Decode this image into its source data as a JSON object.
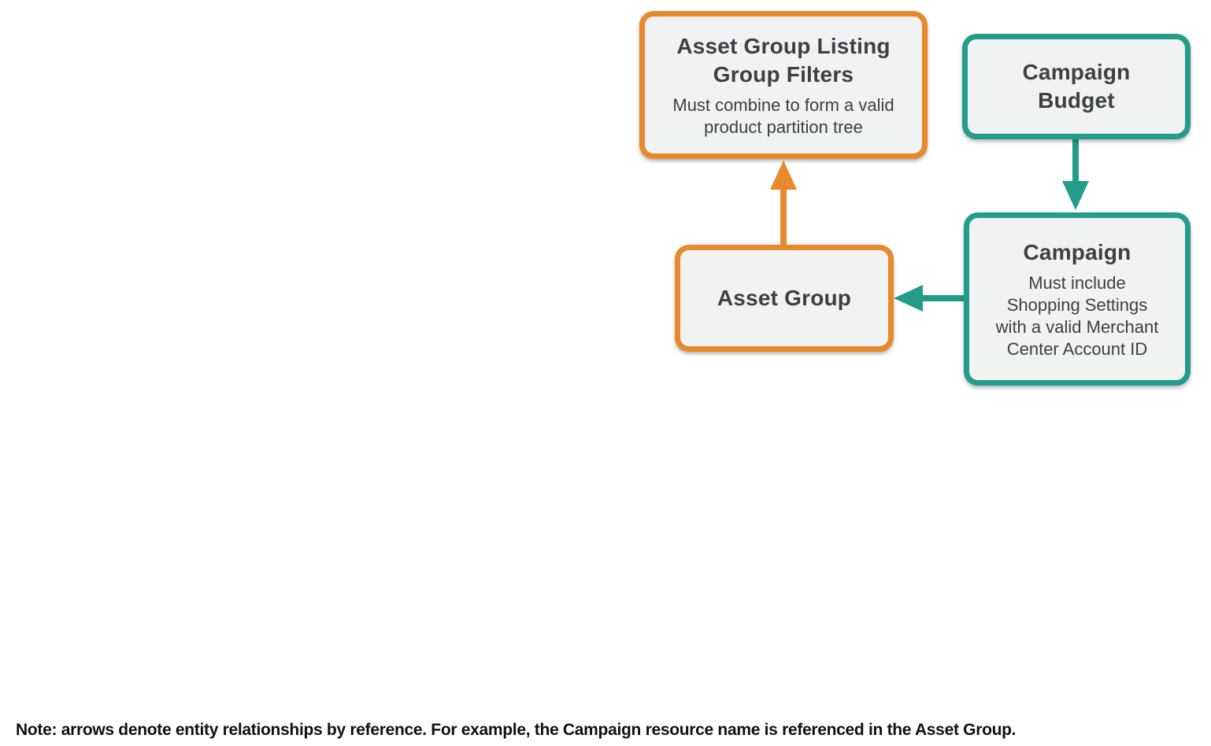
{
  "diagram": {
    "nodes": [
      {
        "id": "asset-group-listing-group-filters",
        "title": "Asset Group Listing\nGroup Filters",
        "subtitle": "Must combine to form a valid\nproduct partition tree",
        "accent_color": "#E8892D"
      },
      {
        "id": "campaign-budget",
        "title": "Campaign\nBudget",
        "subtitle": "",
        "accent_color": "#239C8B"
      },
      {
        "id": "asset-group",
        "title": "Asset Group",
        "subtitle": "",
        "accent_color": "#E8892D"
      },
      {
        "id": "campaign",
        "title": "Campaign",
        "subtitle": "Must include\nShopping Settings\nwith a valid Merchant\nCenter Account ID",
        "accent_color": "#239C8B"
      }
    ],
    "edges": [
      {
        "from": "asset-group",
        "to": "asset-group-listing-group-filters",
        "direction": "up",
        "color": "#E8892D"
      },
      {
        "from": "campaign-budget",
        "to": "campaign",
        "direction": "down",
        "color": "#239C8B"
      },
      {
        "from": "campaign",
        "to": "asset-group",
        "direction": "left",
        "color": "#239C8B"
      }
    ],
    "colors": {
      "orange": "#E8892D",
      "teal": "#239C8B",
      "box_fill": "#F1F2F2",
      "title_text": "#3C4043",
      "subtitle_text": "#3C4043",
      "note_text": "#111111",
      "page_bg": "#FFFFFF"
    }
  },
  "note": "Note: arrows denote entity relationships by reference. For example, the Campaign resource name is referenced in the Asset Group."
}
